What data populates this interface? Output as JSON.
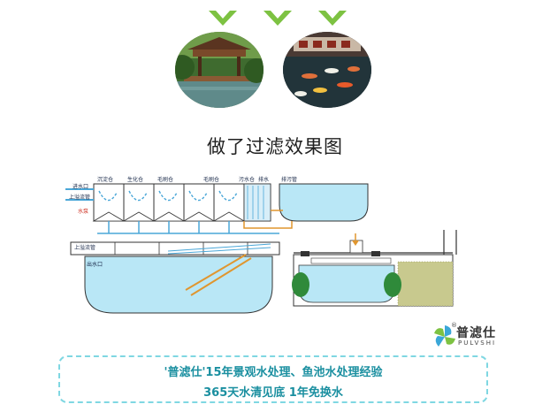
{
  "title": "做了过滤效果图",
  "diagram": {
    "labels": {
      "inlet": "进水口",
      "upper_pipe": "上溢流管",
      "pump": "水泵",
      "settling": "沉淀仓",
      "bio": "生化仓",
      "brush1": "毛刷仓",
      "brush2": "毛刷仓",
      "dirty": "污水仓",
      "drain": "排水",
      "overflow": "排污管",
      "pond_upper": "上溢流管",
      "pond_outlet": "出水口"
    }
  },
  "brand": {
    "name_cn": "普滤仕",
    "name_en": "PULVSHI",
    "mark": "®"
  },
  "banner": {
    "line1": "'普滤仕'15年景观水处理、鱼池水处理经验",
    "line2": "365天水清见底 1年免换水"
  },
  "colors": {
    "check": "#7dc242",
    "water": "#b9e7f6",
    "pipe": "#4aa7d8",
    "overflow_pipe": "#e0962f",
    "banner_text": "#1a8fa0",
    "banner_border": "#7fd7e2"
  }
}
